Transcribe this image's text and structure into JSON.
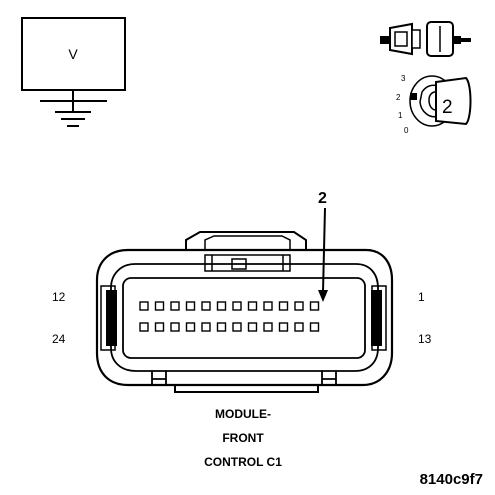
{
  "meter": {
    "symbol": "V"
  },
  "ignition": {
    "positions": [
      "3",
      "2",
      "1",
      "0"
    ],
    "active_position": "2"
  },
  "connector": {
    "pointer_pin": "2",
    "pin_labels": {
      "top_left": "12",
      "bottom_left": "24",
      "top_right": "1",
      "bottom_right": "13"
    },
    "pins_per_row": 12,
    "rows": 2,
    "caption": [
      "MODULE-",
      "FRONT",
      "CONTROL C1"
    ]
  },
  "figure_id": "8140c9f7"
}
